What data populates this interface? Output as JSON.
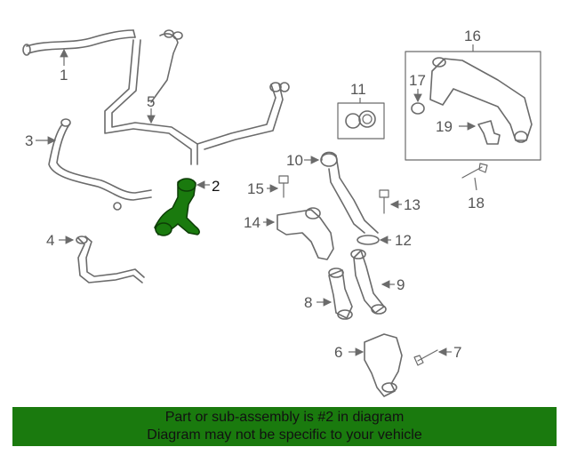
{
  "callouts": [
    "1",
    "2",
    "3",
    "4",
    "5",
    "6",
    "7",
    "8",
    "9",
    "10",
    "11",
    "12",
    "13",
    "14",
    "15",
    "16",
    "17",
    "18",
    "19"
  ],
  "highlight_color": "#1a7a0e",
  "banner": {
    "line1": "Part or sub-assembly is #2 in diagram",
    "line2": "Diagram may not be specific to your vehicle"
  }
}
